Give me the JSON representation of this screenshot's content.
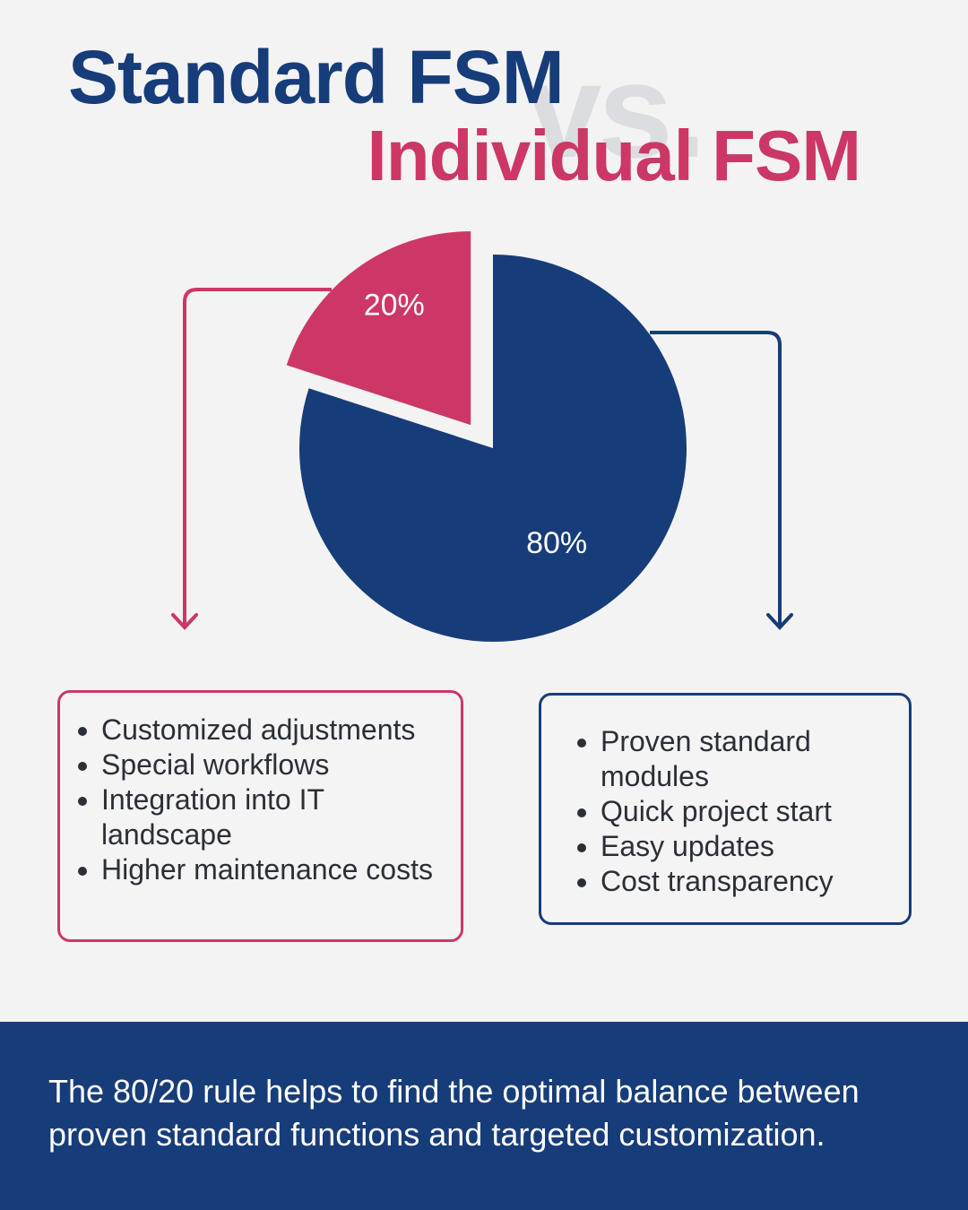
{
  "header": {
    "title_standard": "Standard FSM",
    "title_vs": "vs.",
    "title_individual": "Individual FSM"
  },
  "colors": {
    "navy": "#173c7a",
    "pink": "#cc3766",
    "background": "#f3f3f3"
  },
  "chart_data": {
    "type": "pie",
    "slices": [
      {
        "label": "20%",
        "value": 20,
        "color": "#cc3766",
        "exploded": true
      },
      {
        "label": "80%",
        "value": 80,
        "color": "#173c7a",
        "exploded": false
      }
    ]
  },
  "lists": {
    "individual": [
      "Customized adjustments",
      "Special workflows",
      "Integration into IT landscape",
      "Higher maintenance costs"
    ],
    "standard": [
      "Proven standard modules",
      "Quick project start",
      "Easy updates",
      "Cost transparency"
    ]
  },
  "footer": {
    "text": "The 80/20 rule helps to find the optimal balance between proven standard functions and targeted customization."
  }
}
